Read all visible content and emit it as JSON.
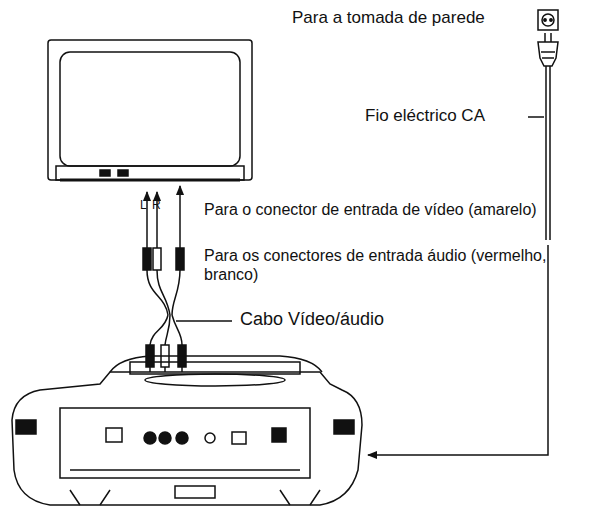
{
  "diagram": {
    "labels": [
      "Para a tomada de parede",
      "Fio eléctrico CA",
      "L",
      "R",
      "Para o conector de entrada de vídeo (amarelo)",
      "Para os conectores de entrada áudio (vermelho, branco)",
      "Cabo Vídeo/áudio"
    ]
  }
}
